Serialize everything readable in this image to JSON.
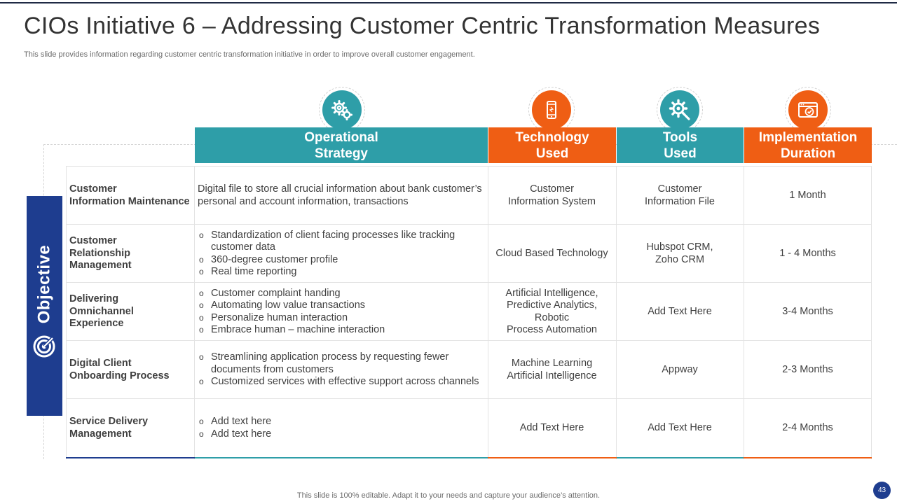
{
  "slide": {
    "title": "CIOs Initiative 6 – Addressing Customer Centric Transformation Measures",
    "subtitle": "This slide provides information regarding customer centric transformation initiative in order to improve overall customer engagement.",
    "side_label": "Objective",
    "footer": "This slide is 100% editable. Adapt it to your needs and capture your audience’s attention.",
    "page_number": "43"
  },
  "colors": {
    "teal": "#2e9ea8",
    "orange": "#ef5e14",
    "navy": "#1e3d8f"
  },
  "headers": [
    {
      "line1": "Operational",
      "line2": "Strategy",
      "icon": "gears-icon",
      "color": "teal"
    },
    {
      "line1": "Technology",
      "line2": "Used",
      "icon": "smartphone-icon",
      "color": "orange"
    },
    {
      "line1": "Tools",
      "line2": "Used",
      "icon": "gear-wrench-icon",
      "color": "teal"
    },
    {
      "line1": "Implementation",
      "line2": "Duration",
      "icon": "browser-clock-icon",
      "color": "orange"
    }
  ],
  "rows": [
    {
      "objective": "Customer\nInformation Maintenance",
      "strategy_text": "Digital file to store all crucial information about bank customer’s personal and account information, transactions",
      "strategy_bullets": [],
      "technology": "Customer\nInformation System",
      "tools": "Customer\nInformation File",
      "duration": "1 Month"
    },
    {
      "objective": "Customer\nRelationship\nManagement",
      "strategy_text": "",
      "strategy_bullets": [
        "Standardization of client facing processes like tracking customer data",
        "360-degree customer profile",
        "Real time reporting"
      ],
      "technology": "Cloud Based Technology",
      "tools": "Hubspot CRM,\nZoho CRM",
      "duration": "1 - 4 Months"
    },
    {
      "objective": "Delivering\nOmnichannel\nExperience",
      "strategy_text": "",
      "strategy_bullets": [
        "Customer complaint handing",
        "Automating low value transactions",
        "Personalize human interaction",
        "Embrace human – machine interaction"
      ],
      "technology": "Artificial Intelligence,\nPredictive Analytics,\nRobotic\nProcess Automation",
      "tools": "Add Text Here",
      "duration": "3-4 Months"
    },
    {
      "objective": "Digital Client\nOnboarding Process",
      "strategy_text": "",
      "strategy_bullets": [
        "Streamlining application process by requesting fewer documents from customers",
        "Customized services with effective support across channels"
      ],
      "technology": "Machine Learning\nArtificial Intelligence",
      "tools": "Appway",
      "duration": "2-3 Months"
    },
    {
      "objective": "Service Delivery\nManagement",
      "strategy_text": "",
      "strategy_bullets": [
        "Add text here",
        "Add text here"
      ],
      "technology": "Add Text Here",
      "tools": "Add Text Here",
      "duration": "2-4 Months"
    }
  ]
}
